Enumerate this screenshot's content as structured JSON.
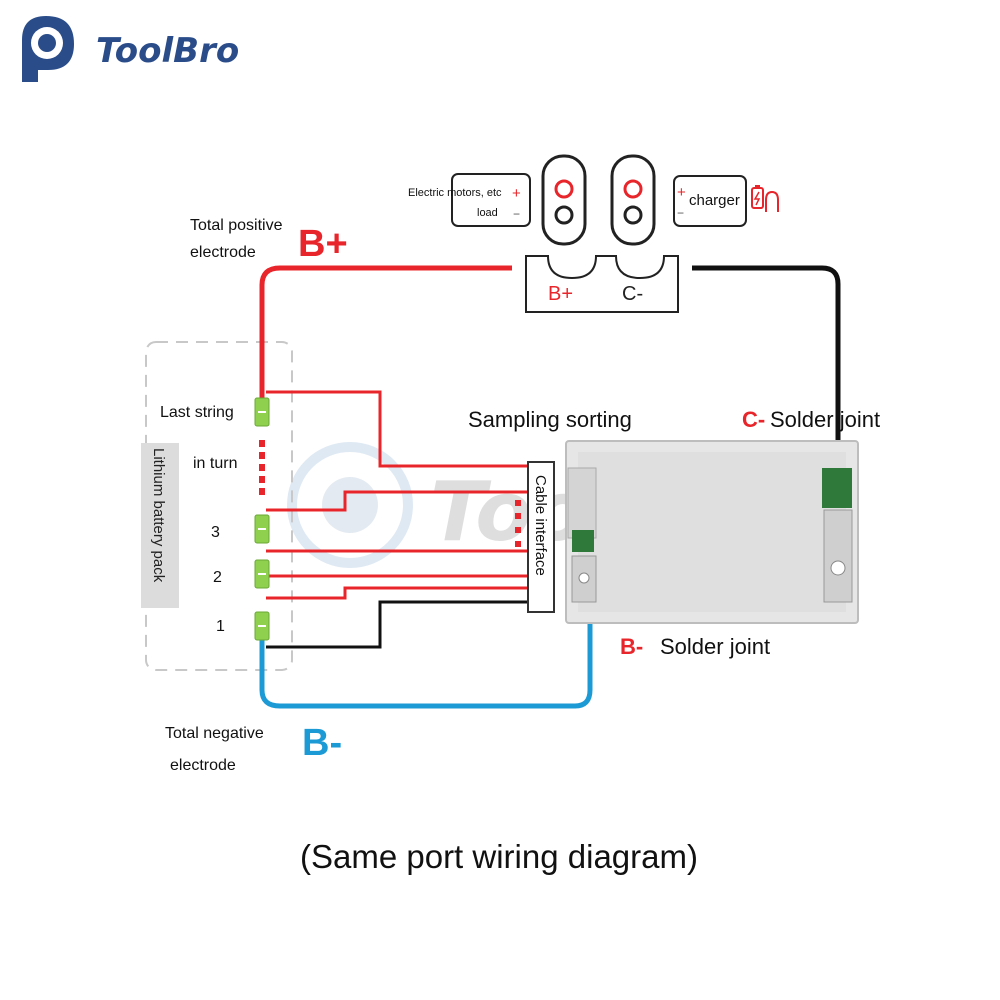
{
  "brand": {
    "name": "ToolBro",
    "logo_icon": "toolbro-logo-icon",
    "color": "#2a4d8a"
  },
  "watermark": {
    "text": "ToolBro"
  },
  "labels": {
    "total_positive_line1": "Total positive",
    "total_positive_line2": "electrode",
    "b_plus": "B+",
    "total_negative_line1": "Total negative",
    "total_negative_line2": "electrode",
    "b_minus": "B-",
    "last_string": "Last string",
    "in_turn": "in turn",
    "cell_3": "3",
    "cell_2": "2",
    "cell_1": "1",
    "battery_pack": "Lithium battery pack",
    "cable_interface": "Cable interface",
    "sampling_sorting": "Sampling sorting",
    "c_solder_prefix": "C-",
    "c_solder_text": "Solder joint",
    "b_solder_prefix": "B-",
    "b_solder_text": "Solder joint",
    "port_b_plus": "B+",
    "port_c_minus": "C-",
    "load_line1": "Electric motors, etc",
    "load_line2": "load",
    "charger": "charger",
    "plus_sign": "+",
    "minus_sign": "−",
    "caption": "(Same port wiring diagram)"
  },
  "colors": {
    "positive": "#e8252a",
    "negative_blue": "#1c9ad6",
    "black_wire": "#111111",
    "cell_green": "#8fd14f",
    "board_grey": "#e6e6e6"
  }
}
